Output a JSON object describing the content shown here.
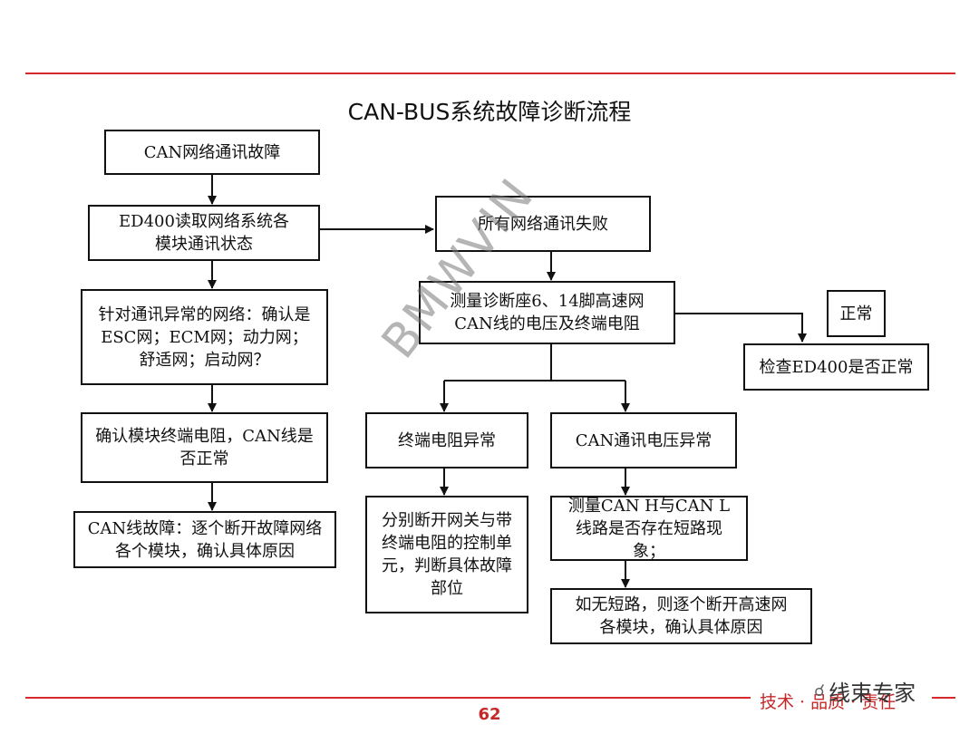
{
  "title": "CAN-BUS系统故障诊断流程",
  "nodes": {
    "can_fault": "CAN网络通讯故障",
    "ed400_read": "ED400读取网络系统各模块通讯状态",
    "abnormal_networks": "针对通讯异常的网络：确认是ESC网；ECM网；动力网；舒适网；启动网？",
    "confirm_resistance": "确认模块终端电阻，CAN线是否正常",
    "can_line_fault": "CAN线故障：逐个断开故障网络各个模块，确认具体原因",
    "all_failed": "所有网络通讯失败",
    "measure_pins": "测量诊断座6、14脚高速网CAN线的电压及终端电阻",
    "normal": "正常",
    "check_ed400": "检查ED400是否正常",
    "resistance_abnormal": "终端电阻异常",
    "voltage_abnormal": "CAN通讯电压异常",
    "disconnect_gateway": "分别断开网关与带终端电阻的控制单元，判断具体故障部位",
    "measure_short": "测量CAN H与CAN L线路是否存在短路现象；",
    "no_short": "如无短路，则逐个断开高速网各模块，确认具体原因"
  },
  "watermark": "BMWVIN",
  "footer": {
    "page_number": "62",
    "slogan": "技术 · 品质 · 责任",
    "brand": "线束专家",
    "brand_icon": "wechat-icon"
  },
  "colors": {
    "accent": "#d62a2a",
    "line": "#111111"
  }
}
